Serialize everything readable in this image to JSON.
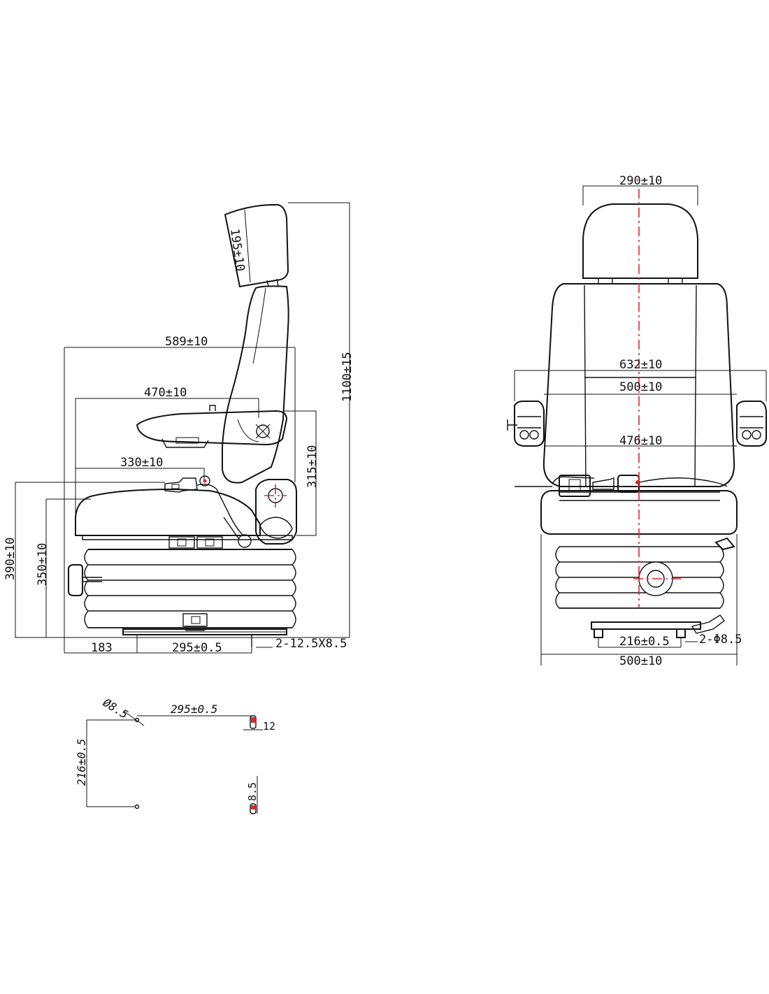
{
  "side_view": {
    "dims": {
      "headrest_height": "195±10",
      "overall_depth": "589±10",
      "armrest_length": "470±10",
      "seat_depth": "330±10",
      "overall_height": "1100±15",
      "armrest_height": "315±10",
      "base_height_max": "390±10",
      "base_height_min": "350±10",
      "front_offset": "183",
      "rail_spacing": "295±0.5",
      "mount_slots": "2-12.5X8.5"
    }
  },
  "front_view": {
    "dims": {
      "headrest_width": "290±10",
      "armrest_outer_width": "632±10",
      "backrest_width": "500±10",
      "inner_width": "476±10",
      "hole_spacing": "216±0.5",
      "mount_holes": "2-Φ8.5",
      "base_width": "500±10"
    }
  },
  "mount_plan": {
    "dims": {
      "hole_dia": "Ø8.5",
      "x_spacing": "295±0.5",
      "y_spacing": "216±0.5",
      "slot_length": "12",
      "slot_width": "8.5"
    }
  },
  "colors": {
    "line": "#111111",
    "center_line": "#e2262b"
  }
}
